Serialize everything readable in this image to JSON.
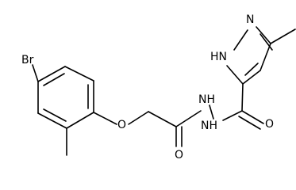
{
  "atom_labels": {
    "br": "Br",
    "o_ether": "O",
    "o_amide_left": "O",
    "o_amide_right": "O",
    "nh_left": "NH",
    "nh_right": "NH",
    "n_ring": "N",
    "nh_ring": "HN"
  },
  "colors": {
    "bond": "#000000",
    "label": "#000000",
    "background": "#ffffff"
  }
}
